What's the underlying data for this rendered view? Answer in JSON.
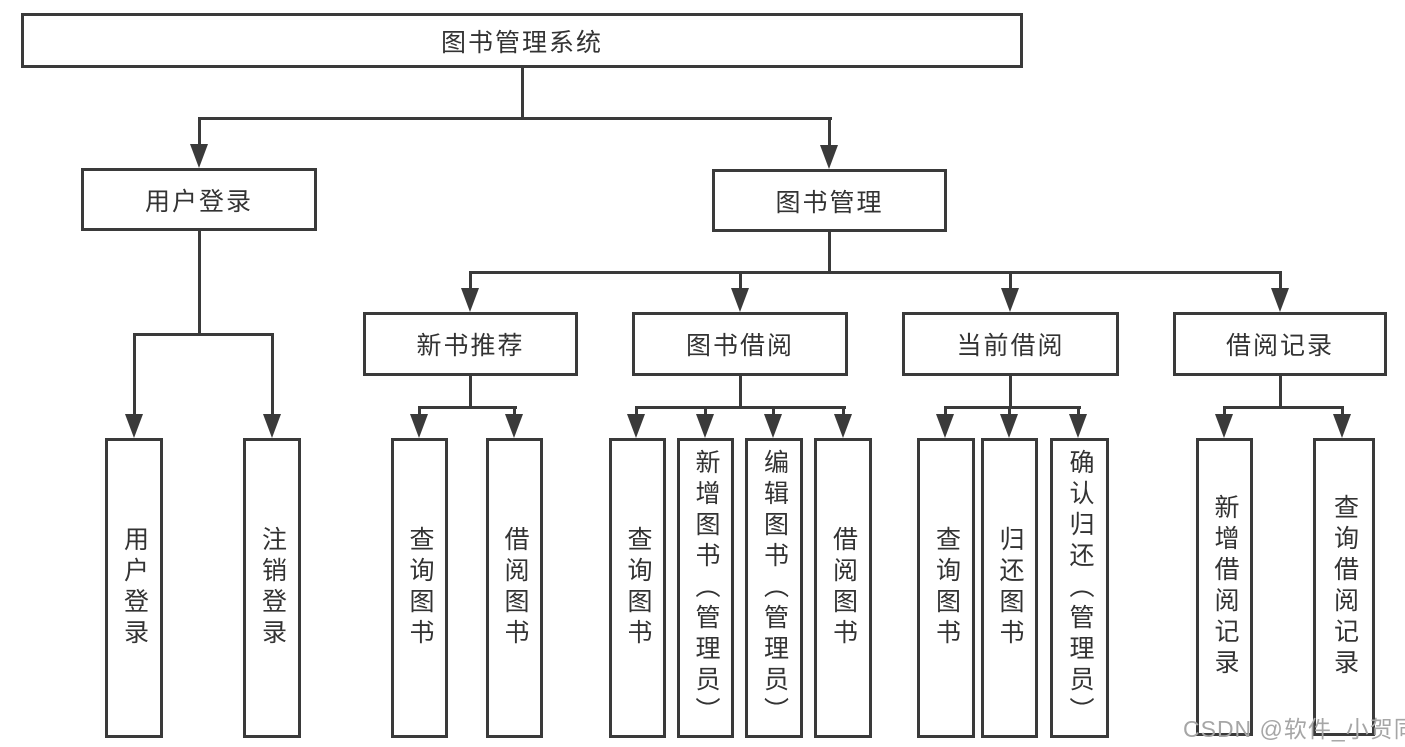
{
  "diagram": {
    "root": {
      "label": "图书管理系统"
    },
    "branches": [
      {
        "label": "用户登录",
        "children": [
          {
            "label": "用户登录"
          },
          {
            "label": "注销登录"
          }
        ]
      },
      {
        "label": "图书管理",
        "children": [
          {
            "label": "新书推荐",
            "children": [
              {
                "label": "查询图书"
              },
              {
                "label": "借阅图书"
              }
            ]
          },
          {
            "label": "图书借阅",
            "children": [
              {
                "label": "查询图书"
              },
              {
                "label": "新增图书（管理员）"
              },
              {
                "label": "编辑图书（管理员）"
              },
              {
                "label": "借阅图书"
              }
            ]
          },
          {
            "label": "当前借阅",
            "children": [
              {
                "label": "查询图书"
              },
              {
                "label": "归还图书"
              },
              {
                "label": "确认归还（管理员）"
              }
            ]
          },
          {
            "label": "借阅记录",
            "children": [
              {
                "label": "新增借阅记录"
              },
              {
                "label": "查询借阅记录"
              }
            ]
          }
        ]
      }
    ]
  },
  "watermark": {
    "text": "CSDN @软件_小贺同学"
  },
  "colors": {
    "line": "#3a3a3a",
    "text": "#333333",
    "watermark": "#a6a6a6",
    "background": "#ffffff"
  }
}
